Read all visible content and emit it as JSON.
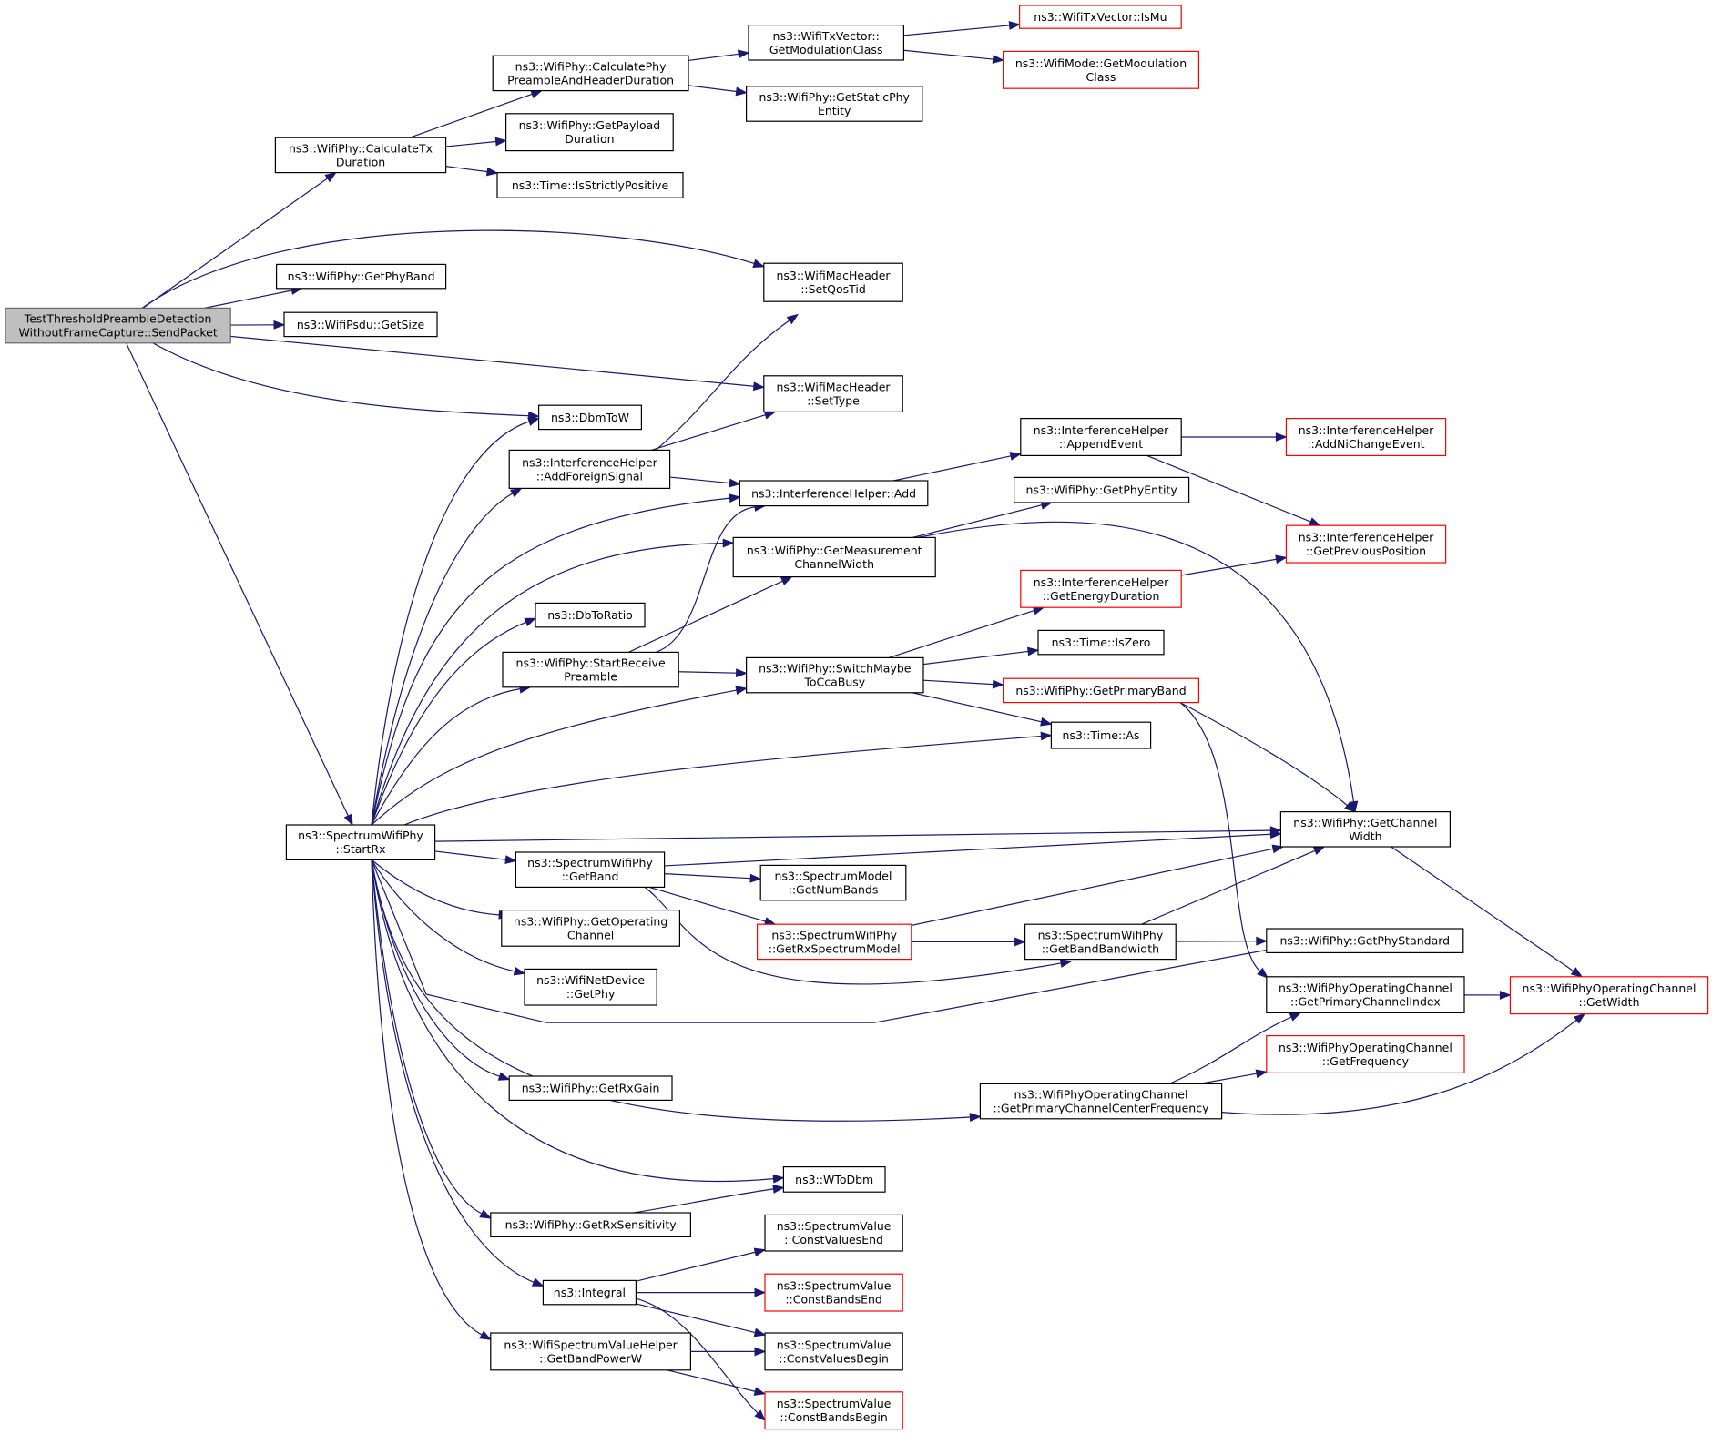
{
  "colors": {
    "edge": "#191970",
    "node_border": "#000000",
    "node_border_truncated": "#ff0000",
    "node_fill": "#ffffff",
    "root_fill": "#bfbfbf",
    "root_border": "#666666"
  },
  "nodes": [
    {
      "id": "root",
      "lines": [
        "TestThresholdPreambleDetection",
        "WithoutFrameCapture::SendPacket"
      ],
      "style": "root"
    },
    {
      "id": "calcTx",
      "lines": [
        "ns3::WifiPhy::CalculateTx",
        "Duration"
      ],
      "style": "normal"
    },
    {
      "id": "calcPre",
      "lines": [
        "ns3::WifiPhy::CalculatePhy",
        "PreambleAndHeaderDuration"
      ],
      "style": "normal"
    },
    {
      "id": "getModClass",
      "lines": [
        "ns3::WifiTxVector::",
        "GetModulationClass"
      ],
      "style": "normal"
    },
    {
      "id": "isMu",
      "lines": [
        "ns3::WifiTxVector::IsMu"
      ],
      "style": "truncated"
    },
    {
      "id": "modeGetMod",
      "lines": [
        "ns3::WifiMode::GetModulation",
        "Class"
      ],
      "style": "truncated"
    },
    {
      "id": "staticPhy",
      "lines": [
        "ns3::WifiPhy::GetStaticPhy",
        "Entity"
      ],
      "style": "normal"
    },
    {
      "id": "payload",
      "lines": [
        "ns3::WifiPhy::GetPayload",
        "Duration"
      ],
      "style": "normal"
    },
    {
      "id": "strictPos",
      "lines": [
        "ns3::Time::IsStrictlyPositive"
      ],
      "style": "normal"
    },
    {
      "id": "phyBand",
      "lines": [
        "ns3::WifiPhy::GetPhyBand"
      ],
      "style": "normal"
    },
    {
      "id": "psduSize",
      "lines": [
        "ns3::WifiPsdu::GetSize"
      ],
      "style": "normal"
    },
    {
      "id": "setQos",
      "lines": [
        "ns3::WifiMacHeader",
        "::SetQosTid"
      ],
      "style": "normal"
    },
    {
      "id": "setType",
      "lines": [
        "ns3::WifiMacHeader",
        "::SetType"
      ],
      "style": "normal"
    },
    {
      "id": "dbmToW",
      "lines": [
        "ns3::DbmToW"
      ],
      "style": "normal"
    },
    {
      "id": "addForeign",
      "lines": [
        "ns3::InterferenceHelper",
        "::AddForeignSignal"
      ],
      "style": "normal"
    },
    {
      "id": "ihAdd",
      "lines": [
        "ns3::InterferenceHelper::Add"
      ],
      "style": "normal"
    },
    {
      "id": "appendEvent",
      "lines": [
        "ns3::InterferenceHelper",
        "::AppendEvent"
      ],
      "style": "normal"
    },
    {
      "id": "addNi",
      "lines": [
        "ns3::InterferenceHelper",
        "::AddNiChangeEvent"
      ],
      "style": "truncated"
    },
    {
      "id": "phyEntity",
      "lines": [
        "ns3::WifiPhy::GetPhyEntity"
      ],
      "style": "normal"
    },
    {
      "id": "measCw",
      "lines": [
        "ns3::WifiPhy::GetMeasurement",
        "ChannelWidth"
      ],
      "style": "normal"
    },
    {
      "id": "prevPos",
      "lines": [
        "ns3::InterferenceHelper",
        "::GetPreviousPosition"
      ],
      "style": "truncated"
    },
    {
      "id": "dbToRatio",
      "lines": [
        "ns3::DbToRatio"
      ],
      "style": "normal"
    },
    {
      "id": "energyDur",
      "lines": [
        "ns3::InterferenceHelper",
        "::GetEnergyDuration"
      ],
      "style": "truncated"
    },
    {
      "id": "isZero",
      "lines": [
        "ns3::Time::IsZero"
      ],
      "style": "normal"
    },
    {
      "id": "startPre",
      "lines": [
        "ns3::WifiPhy::StartReceive",
        "Preamble"
      ],
      "style": "normal"
    },
    {
      "id": "switchCca",
      "lines": [
        "ns3::WifiPhy::SwitchMaybe",
        "ToCcaBusy"
      ],
      "style": "normal"
    },
    {
      "id": "primBand",
      "lines": [
        "ns3::WifiPhy::GetPrimaryBand"
      ],
      "style": "truncated"
    },
    {
      "id": "timeAs",
      "lines": [
        "ns3::Time::As"
      ],
      "style": "normal"
    },
    {
      "id": "startRx",
      "lines": [
        "ns3::SpectrumWifiPhy",
        "::StartRx"
      ],
      "style": "normal"
    },
    {
      "id": "chanWidth",
      "lines": [
        "ns3::WifiPhy::GetChannel",
        "Width"
      ],
      "style": "normal"
    },
    {
      "id": "getBand",
      "lines": [
        "ns3::SpectrumWifiPhy",
        "::GetBand"
      ],
      "style": "normal"
    },
    {
      "id": "numBands",
      "lines": [
        "ns3::SpectrumModel",
        "::GetNumBands"
      ],
      "style": "normal"
    },
    {
      "id": "opChan",
      "lines": [
        "ns3::WifiPhy::GetOperating",
        "Channel"
      ],
      "style": "normal"
    },
    {
      "id": "rxSpec",
      "lines": [
        "ns3::SpectrumWifiPhy",
        "::GetRxSpectrumModel"
      ],
      "style": "truncated"
    },
    {
      "id": "bandBw",
      "lines": [
        "ns3::SpectrumWifiPhy",
        "::GetBandBandwidth"
      ],
      "style": "normal"
    },
    {
      "id": "phyStd",
      "lines": [
        "ns3::WifiPhy::GetPhyStandard"
      ],
      "style": "normal"
    },
    {
      "id": "netGetPhy",
      "lines": [
        "ns3::WifiNetDevice",
        "::GetPhy"
      ],
      "style": "normal"
    },
    {
      "id": "primIdx",
      "lines": [
        "ns3::WifiPhyOperatingChannel",
        "::GetPrimaryChannelIndex"
      ],
      "style": "normal"
    },
    {
      "id": "getWidth",
      "lines": [
        "ns3::WifiPhyOperatingChannel",
        "::GetWidth"
      ],
      "style": "truncated"
    },
    {
      "id": "getFreq",
      "lines": [
        "ns3::WifiPhyOperatingChannel",
        "::GetFrequency"
      ],
      "style": "truncated"
    },
    {
      "id": "rxGain",
      "lines": [
        "ns3::WifiPhy::GetRxGain"
      ],
      "style": "normal"
    },
    {
      "id": "primCenter",
      "lines": [
        "ns3::WifiPhyOperatingChannel",
        "::GetPrimaryChannelCenterFrequency"
      ],
      "style": "normal"
    },
    {
      "id": "wToDbm",
      "lines": [
        "ns3::WToDbm"
      ],
      "style": "normal"
    },
    {
      "id": "rxSens",
      "lines": [
        "ns3::WifiPhy::GetRxSensitivity"
      ],
      "style": "normal"
    },
    {
      "id": "cvEnd",
      "lines": [
        "ns3::SpectrumValue",
        "::ConstValuesEnd"
      ],
      "style": "normal"
    },
    {
      "id": "integral",
      "lines": [
        "ns3::Integral"
      ],
      "style": "normal"
    },
    {
      "id": "cbEnd",
      "lines": [
        "ns3::SpectrumValue",
        "::ConstBandsEnd"
      ],
      "style": "truncated"
    },
    {
      "id": "bandPowerW",
      "lines": [
        "ns3::WifiSpectrumValueHelper",
        "::GetBandPowerW"
      ],
      "style": "normal"
    },
    {
      "id": "cvBegin",
      "lines": [
        "ns3::SpectrumValue",
        "::ConstValuesBegin"
      ],
      "style": "normal"
    },
    {
      "id": "cbBegin",
      "lines": [
        "ns3::SpectrumValue",
        "::ConstBandsBegin"
      ],
      "style": "truncated"
    }
  ],
  "edges": [
    [
      "root",
      "calcTx"
    ],
    [
      "root",
      "phyBand"
    ],
    [
      "root",
      "psduSize"
    ],
    [
      "root",
      "setQos"
    ],
    [
      "root",
      "setType"
    ],
    [
      "root",
      "dbmToW"
    ],
    [
      "root",
      "startRx"
    ],
    [
      "calcTx",
      "calcPre"
    ],
    [
      "calcTx",
      "payload"
    ],
    [
      "calcTx",
      "strictPos"
    ],
    [
      "calcPre",
      "getModClass"
    ],
    [
      "calcPre",
      "staticPhy"
    ],
    [
      "getModClass",
      "isMu"
    ],
    [
      "getModClass",
      "modeGetMod"
    ],
    [
      "startRx",
      "dbmToW"
    ],
    [
      "startRx",
      "addForeign"
    ],
    [
      "startRx",
      "ihAdd"
    ],
    [
      "startRx",
      "measCw"
    ],
    [
      "startRx",
      "dbToRatio"
    ],
    [
      "startRx",
      "startPre"
    ],
    [
      "startRx",
      "switchCca"
    ],
    [
      "startRx",
      "timeAs"
    ],
    [
      "startRx",
      "chanWidth"
    ],
    [
      "startRx",
      "getBand"
    ],
    [
      "startRx",
      "opChan"
    ],
    [
      "startRx",
      "netGetPhy"
    ],
    [
      "startRx",
      "phyStd"
    ],
    [
      "startRx",
      "rxGain"
    ],
    [
      "startRx",
      "primCenter"
    ],
    [
      "startRx",
      "wToDbm"
    ],
    [
      "startRx",
      "rxSens"
    ],
    [
      "startRx",
      "integral"
    ],
    [
      "startRx",
      "bandPowerW"
    ],
    [
      "addForeign",
      "setQos"
    ],
    [
      "addForeign",
      "setType"
    ],
    [
      "addForeign",
      "ihAdd"
    ],
    [
      "ihAdd",
      "appendEvent"
    ],
    [
      "appendEvent",
      "addNi"
    ],
    [
      "appendEvent",
      "prevPos"
    ],
    [
      "measCw",
      "phyEntity"
    ],
    [
      "measCw",
      "chanWidth"
    ],
    [
      "energyDur",
      "prevPos"
    ],
    [
      "startPre",
      "ihAdd"
    ],
    [
      "startPre",
      "measCw"
    ],
    [
      "startPre",
      "switchCca"
    ],
    [
      "switchCca",
      "energyDur"
    ],
    [
      "switchCca",
      "isZero"
    ],
    [
      "switchCca",
      "primBand"
    ],
    [
      "switchCca",
      "timeAs"
    ],
    [
      "primBand",
      "chanWidth"
    ],
    [
      "primBand",
      "primIdx"
    ],
    [
      "chanWidth",
      "getWidth"
    ],
    [
      "getBand",
      "chanWidth"
    ],
    [
      "getBand",
      "numBands"
    ],
    [
      "getBand",
      "rxSpec"
    ],
    [
      "getBand",
      "bandBw"
    ],
    [
      "rxSpec",
      "chanWidth"
    ],
    [
      "rxSpec",
      "bandBw"
    ],
    [
      "bandBw",
      "chanWidth"
    ],
    [
      "bandBw",
      "phyStd"
    ],
    [
      "primIdx",
      "getWidth"
    ],
    [
      "primCenter",
      "primIdx"
    ],
    [
      "primCenter",
      "getFreq"
    ],
    [
      "primCenter",
      "getWidth"
    ],
    [
      "rxSens",
      "wToDbm"
    ],
    [
      "integral",
      "cvEnd"
    ],
    [
      "integral",
      "cbEnd"
    ],
    [
      "integral",
      "cvBegin"
    ],
    [
      "integral",
      "cbBegin"
    ],
    [
      "bandPowerW",
      "cvBegin"
    ],
    [
      "bandPowerW",
      "cbBegin"
    ]
  ]
}
